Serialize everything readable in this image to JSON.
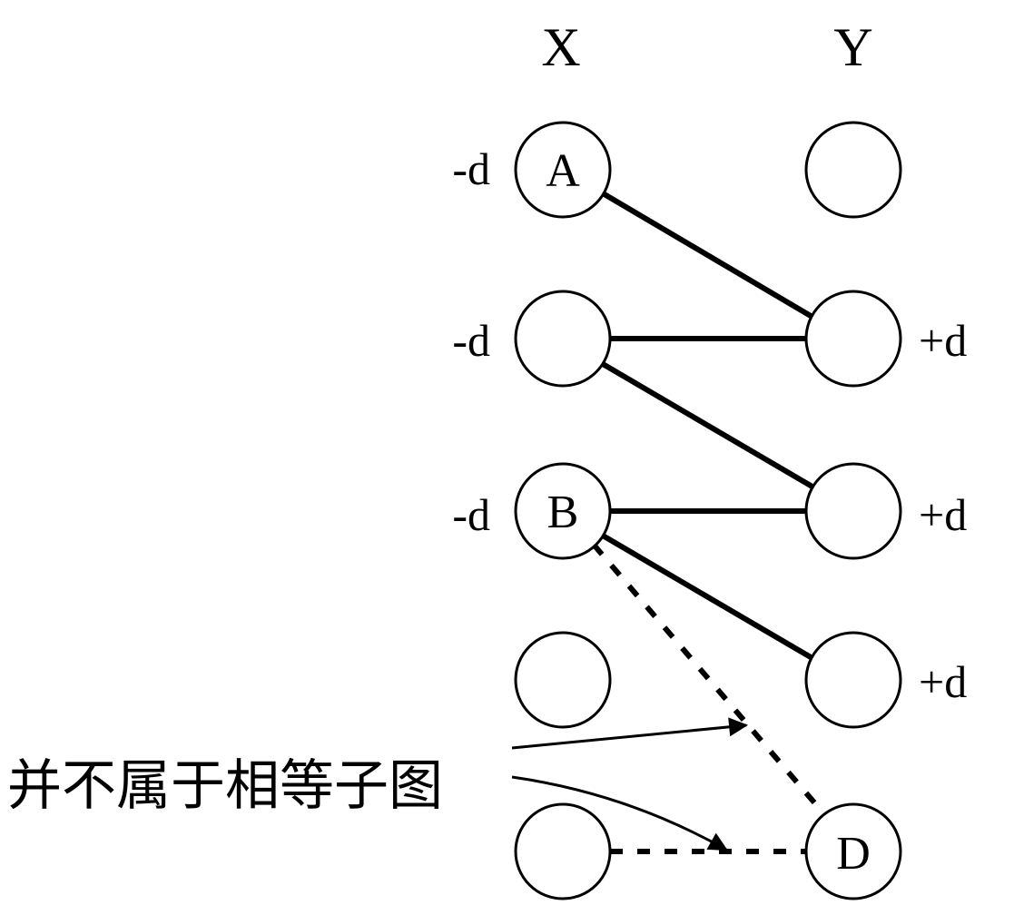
{
  "columns": {
    "left": "X",
    "right": "Y"
  },
  "left_nodes": [
    {
      "label": "A",
      "weight": "-d"
    },
    {
      "label": "",
      "weight": "-d"
    },
    {
      "label": "B",
      "weight": "-d"
    },
    {
      "label": "",
      "weight": ""
    },
    {
      "label": "",
      "weight": ""
    }
  ],
  "right_nodes": [
    {
      "label": "",
      "weight": ""
    },
    {
      "label": "",
      "weight": "+d"
    },
    {
      "label": "",
      "weight": "+d"
    },
    {
      "label": "",
      "weight": "+d"
    },
    {
      "label": "D",
      "weight": ""
    }
  ],
  "annotation": "并不属于相等子图",
  "colors": {
    "stroke": "#000000",
    "background": "#ffffff"
  }
}
